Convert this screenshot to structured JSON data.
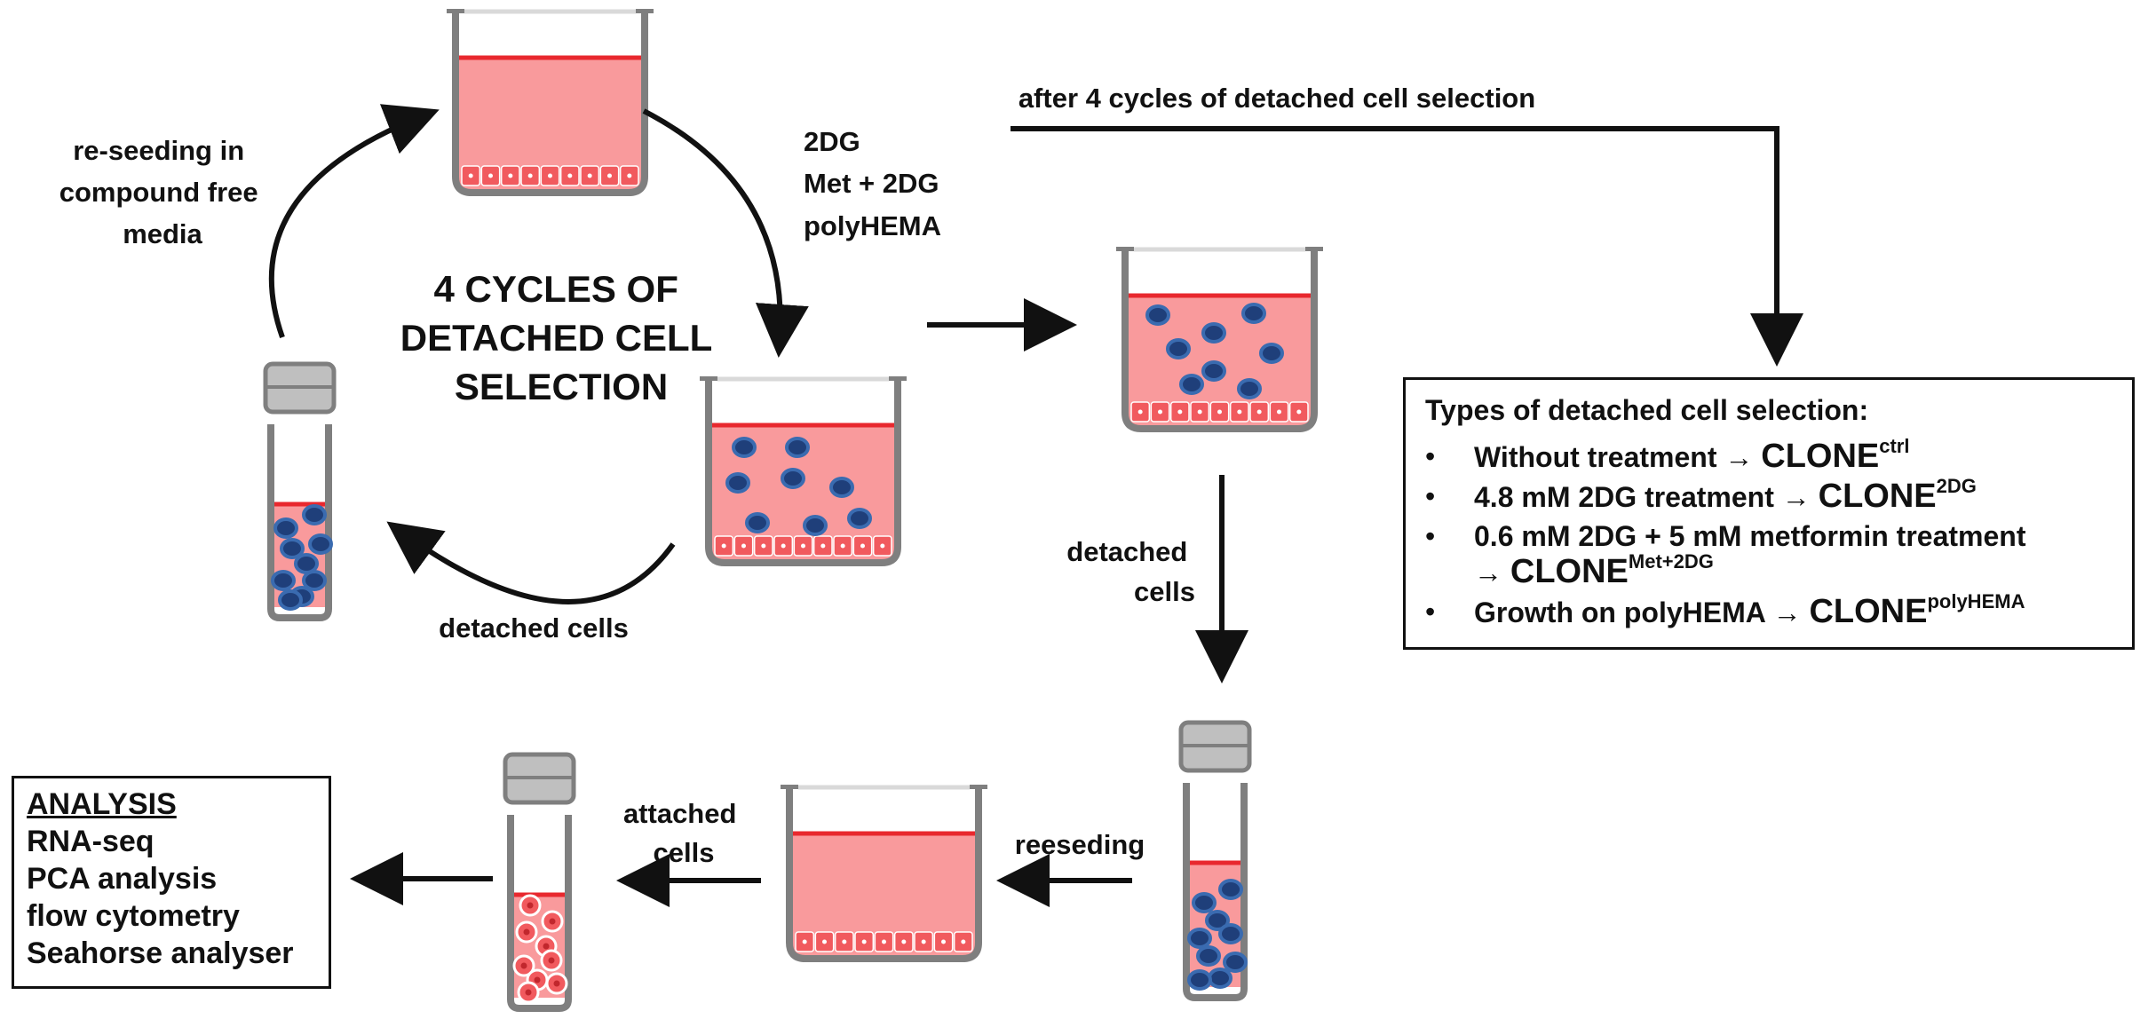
{
  "colors": {
    "media": "#f99a9c",
    "media_line": "#e8282e",
    "container": "#7f7f7f",
    "cap": "#bfbfbf",
    "cell_dark": "#1f3f7a",
    "cell_dark_border": "#3a6bb0",
    "attached_cell": "#f15a5e",
    "text": "#111111"
  },
  "labels": {
    "cycle_title": [
      "4 CYCLES OF",
      "DETACHED CELL",
      "SELECTION"
    ],
    "reseeding_compound_free": [
      "re-seeding in",
      "compound free",
      "media"
    ],
    "treatments": [
      "2DG",
      "Met + 2DG",
      "polyHEMA"
    ],
    "detached_cells_cycle": "detached cells",
    "after_cycles": "after 4 cycles of detached cell selection",
    "detached_cells_vertical": [
      "detached",
      "cells"
    ],
    "reeseding": "reeseding",
    "attached_cells": [
      "attached",
      "cells"
    ]
  },
  "selection_types": {
    "title": "Types of detached cell selection:",
    "bullet": "•",
    "items": [
      {
        "text": "Without treatment → ",
        "clone": "CLONE",
        "sup": "ctrl"
      },
      {
        "text": "4.8 mM 2DG treatment → ",
        "clone": "CLONE",
        "sup": "2DG"
      },
      {
        "text": "0.6 mM 2DG + 5 mM metformin treatment",
        "cont": "→ ",
        "clone": "CLONE",
        "sup": "Met+2DG"
      },
      {
        "text": "Growth on polyHEMA → ",
        "clone": "CLONE",
        "sup": "polyHEMA"
      }
    ]
  },
  "analysis": {
    "title": "ANALYSIS",
    "items": [
      "RNA-seq",
      "PCA analysis",
      "flow cytometry",
      "Seahorse analyser"
    ]
  }
}
